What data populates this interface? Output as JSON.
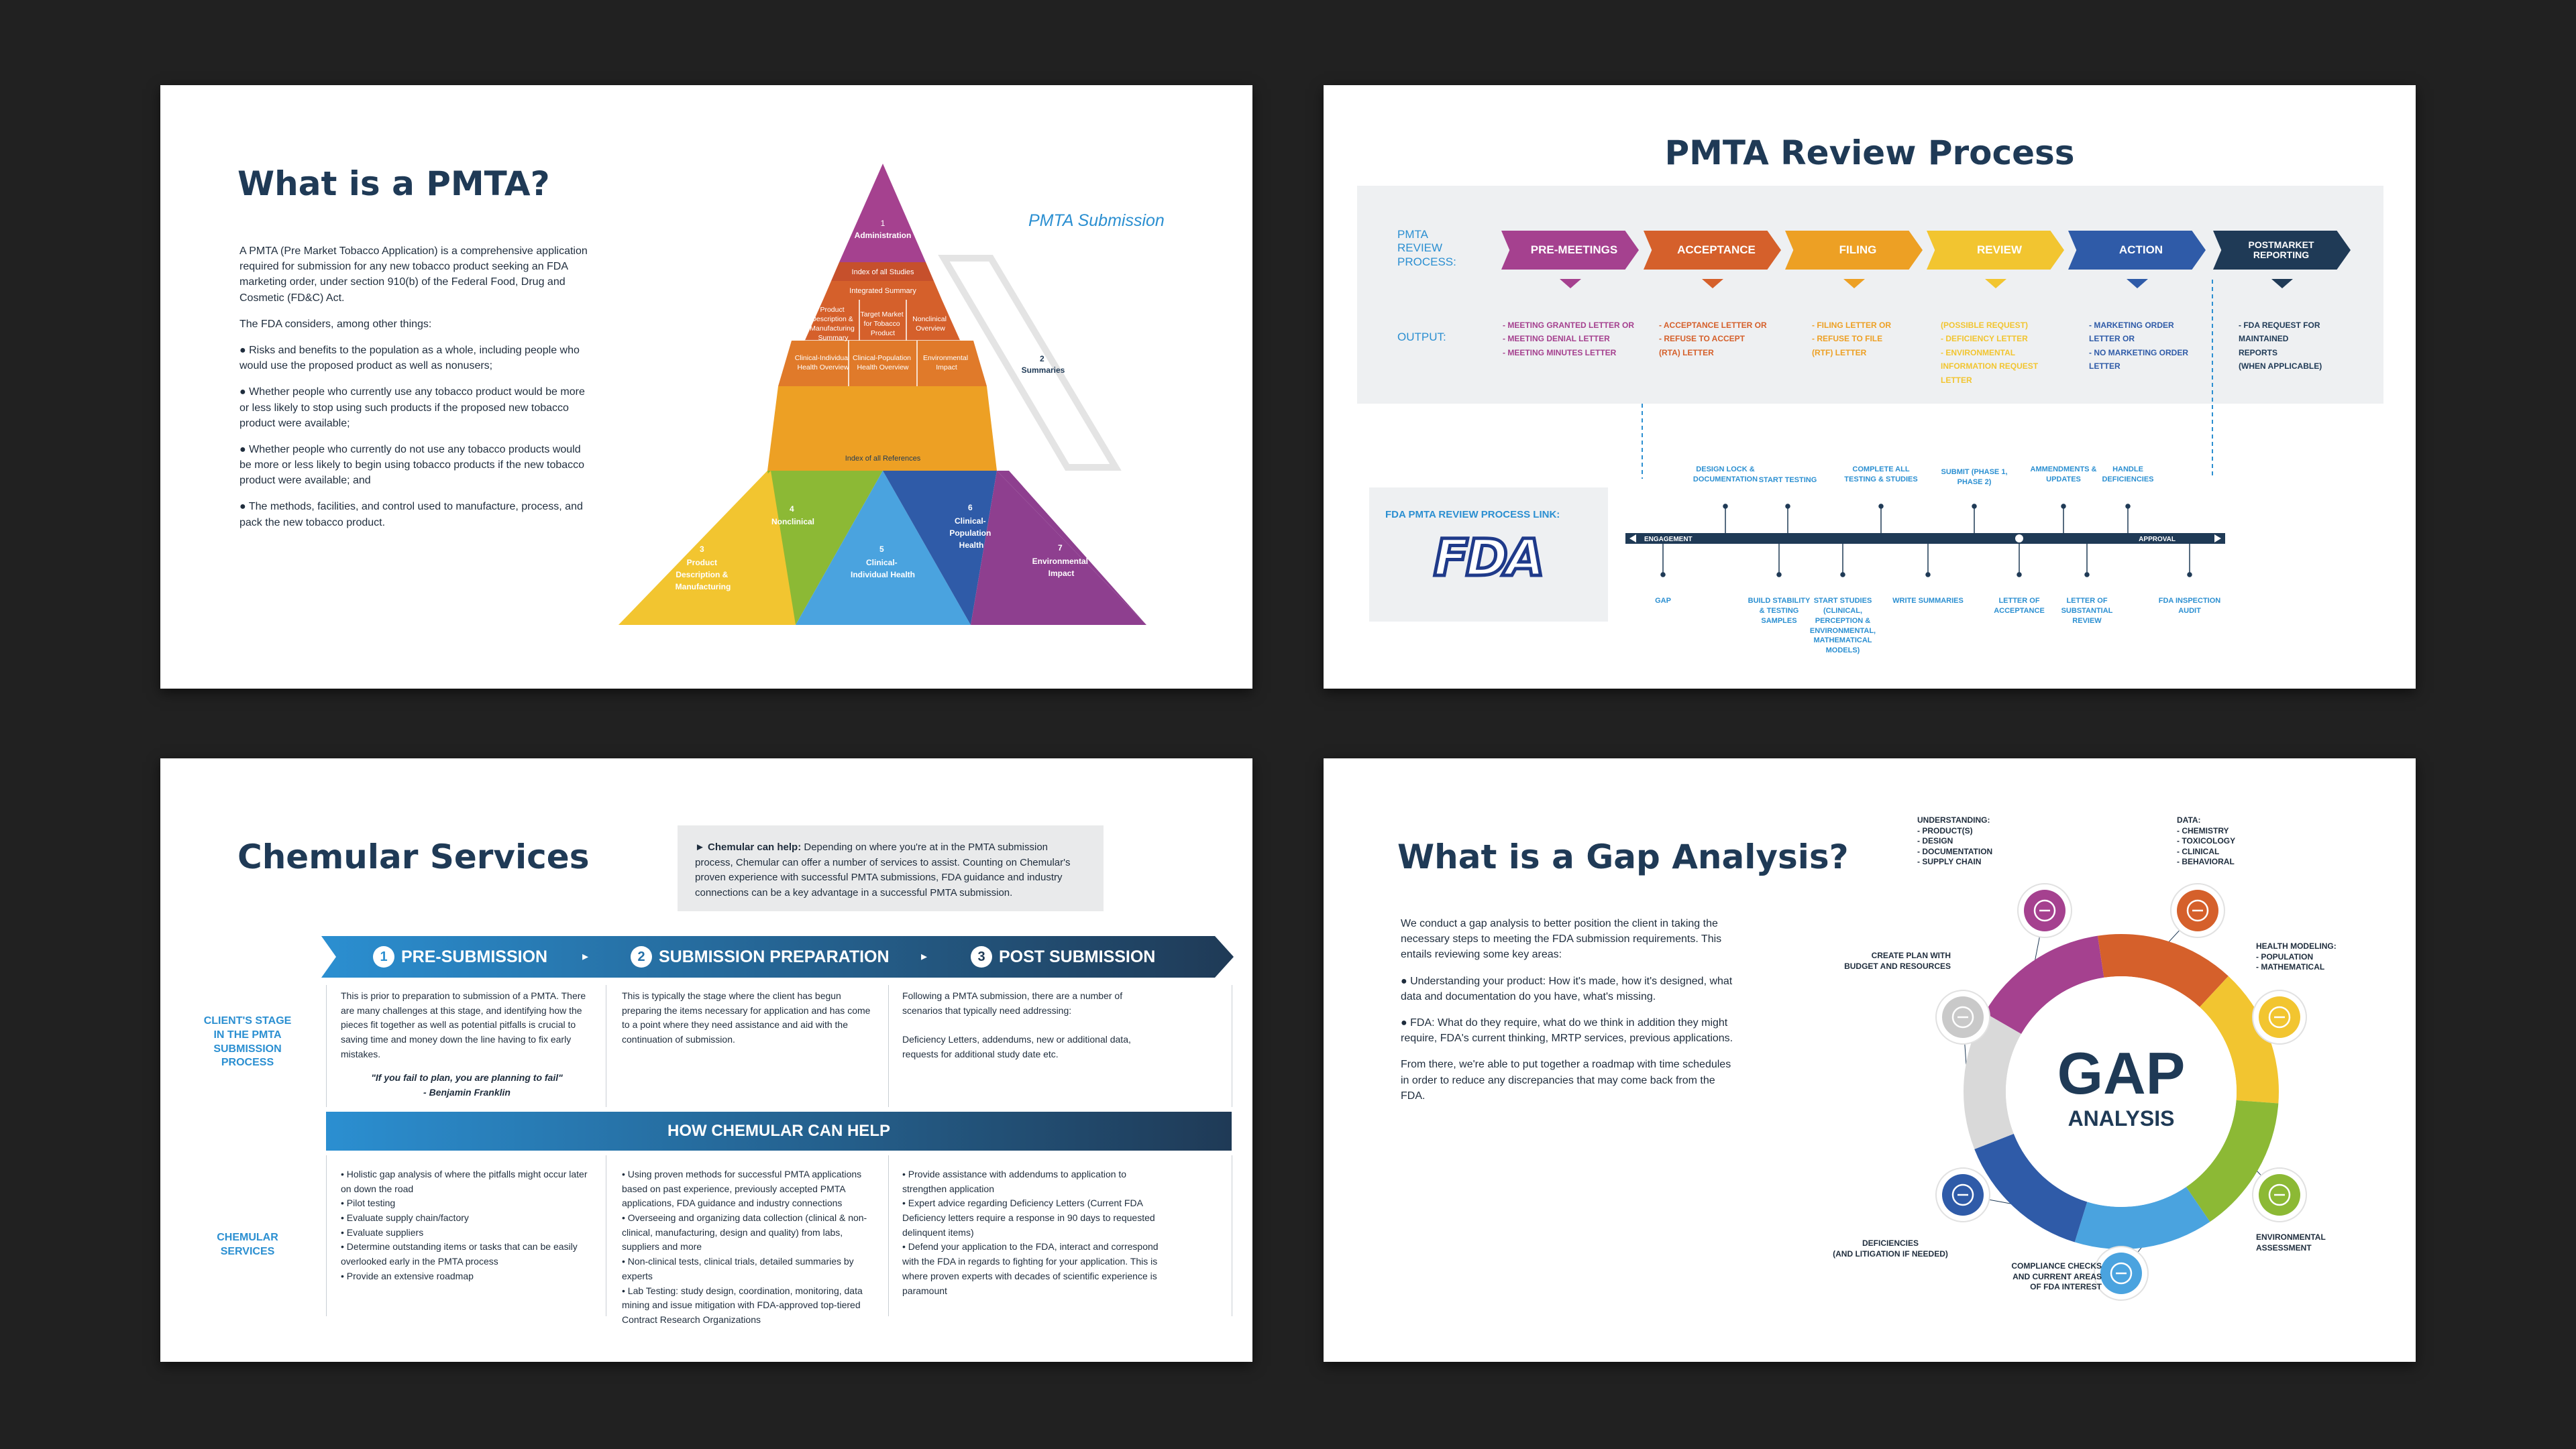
{
  "slide1": {
    "title": "What is a PMTA?",
    "intro": "A PMTA (Pre Market Tobacco Application) is a comprehensive application required for submission for any new tobacco product seeking an FDA marketing order, under section 910(b) of the Federal Food, Drug and Cosmetic (FD&C) Act.",
    "considers": "The FDA considers, among other things:",
    "bullets": [
      "● Risks and benefits to the population as a whole, including people who would use the proposed product as well as nonusers;",
      "● Whether people who currently use any tobacco product would be more or less likely to stop using such products if the proposed new tobacco product were available;",
      "● Whether people who currently do not use any tobacco products would be more or less likely to begin using tobacco products if the new tobacco product were available; and",
      "● The methods, facilities, and control used to manufacture, process, and pack the new tobacco product."
    ],
    "submission_label": "PMTA Submission",
    "pyramid": {
      "admin_num": "1",
      "admin": "Administration",
      "index_studies": "Index of all Studies",
      "integrated": "Integrated Summary",
      "product_desc_summary": [
        "Product",
        "Description &",
        "Manufacturing",
        "Summary"
      ],
      "target_market": [
        "Target Market",
        "for Tobacco",
        "Product"
      ],
      "nonclinical_overview": [
        "Nonclinical",
        "Overview"
      ],
      "clinical_individual": [
        "Clinical-Individual",
        "Health Overview"
      ],
      "clinical_population": [
        "Clinical-Population",
        "Health Overview"
      ],
      "environmental": [
        "Environmental",
        "Impact"
      ],
      "index_refs": "Index of all References",
      "summaries_num": "2",
      "summaries": "Summaries",
      "m3": [
        "3",
        "Product",
        "Description &",
        "Manufacturing"
      ],
      "m4": [
        "4",
        "Nonclinical"
      ],
      "m5": [
        "5",
        "Clinical-",
        "Individual Health"
      ],
      "m6": [
        "6",
        "Clinical-",
        "Population",
        "Health"
      ],
      "m7": [
        "7",
        "Environmental",
        "Impact"
      ]
    }
  },
  "slide2": {
    "title": "PMTA Review Process",
    "process_label": [
      "PMTA",
      "REVIEW",
      "PROCESS:"
    ],
    "output_label": "OUTPUT:",
    "stages": [
      {
        "label": "PRE-MEETINGS",
        "color": "#a5418f"
      },
      {
        "label": "ACCEPTANCE",
        "color": "#d5602b"
      },
      {
        "label": "FILING",
        "color": "#eda024"
      },
      {
        "label": "REVIEW",
        "color": "#f2c530"
      },
      {
        "label": "ACTION",
        "color": "#2f5ba8"
      },
      {
        "label": "POSTMARKET REPORTING",
        "color": "#1f3a56"
      }
    ],
    "outputs": [
      [
        "- MEETING GRANTED LETTER OR",
        "- MEETING DENIAL LETTER",
        "- MEETING MINUTES LETTER"
      ],
      [
        "- ACCEPTANCE LETTER OR",
        "- REFUSE TO ACCEPT",
        "(RTA) LETTER"
      ],
      [
        "- FILING LETTER OR",
        "- REFUSE TO FILE",
        "(RTF) LETTER"
      ],
      [
        "(POSSIBLE REQUEST)",
        "- DEFICIENCY LETTER",
        "- ENVIRONMENTAL",
        "INFORMATION REQUEST",
        "LETTER"
      ],
      [
        "- MARKETING ORDER",
        "LETTER OR",
        "- NO MARKETING ORDER",
        "LETTER"
      ],
      [
        "- FDA REQUEST FOR",
        "MAINTAINED",
        "REPORTS",
        "(WHEN APPLICABLE)"
      ]
    ],
    "fda_link_label": "FDA PMTA REVIEW PROCESS LINK:",
    "fda_logo": "FDA",
    "timeline_start": "ENGAGEMENT",
    "timeline_end": "APPROVAL",
    "top_events": [
      "DESIGN LOCK & DOCUMENTATION",
      "START TESTING",
      "COMPLETE ALL TESTING & STUDIES",
      "SUBMIT (PHASE 1, PHASE 2)",
      "AMMENDMENTS & UPDATES",
      "HANDLE DEFICIENCIES"
    ],
    "bottom_events": [
      "GAP",
      "BUILD STABILITY & TESTING SAMPLES",
      "START STUDIES (CLINICAL, PERCEPTION & ENVIRONMENTAL, MATHEMATICAL MODELS)",
      "WRITE SUMMARIES",
      "LETTER OF ACCEPTANCE",
      "LETTER OF SUBSTANTIAL REVIEW",
      "FDA INSPECTION AUDIT"
    ]
  },
  "slide3": {
    "title": "Chemular Services",
    "help_lead": "► Chemular can help:",
    "help_text": " Depending on where you're at in the PMTA submission process, Chemular can offer a number of services to assist. Counting on Chemular's proven experience with successful PMTA submissions, FDA guidance and industry connections can be a key advantage in a successful PMTA submission.",
    "phases": [
      {
        "num": "1",
        "label": "PRE-SUBMISSION"
      },
      {
        "num": "2",
        "label": "SUBMISSION PREPARATION"
      },
      {
        "num": "3",
        "label": "POST SUBMISSION"
      }
    ],
    "arrow": "▸",
    "stage_label": [
      "CLIENT'S STAGE",
      "IN THE PMTA",
      "SUBMISSION",
      "PROCESS"
    ],
    "services_label": [
      "CHEMULAR",
      "SERVICES"
    ],
    "how_label": "HOW CHEMULAR CAN HELP",
    "stage_cells": [
      "This is prior to preparation to submission of a PMTA. There are many challenges at this stage, and identifying how the pieces fit together as well as potential pitfalls is crucial to saving time and money down the line having to fix early mistakes.",
      "This is typically the stage where the client has begun preparing the items necessary for application and has come to a point where they need assistance and aid with the continuation of submission.",
      "Following a PMTA submission, there are a number of scenarios that typically need addressing:"
    ],
    "quote": "\"If you fail to plan, you are planning to fail\"",
    "quote_author": "- Benjamin Franklin",
    "post_extra": "Deficiency Letters, addendums, new or additional data, requests for additional study date etc.",
    "service_cells": [
      [
        "• Holistic gap analysis of where the pitfalls might occur later on down the road",
        "• Pilot testing",
        "• Evaluate supply chain/factory",
        "• Evaluate suppliers",
        "• Determine outstanding items or tasks that can be easily overlooked early in the PMTA process",
        "• Provide an extensive roadmap"
      ],
      [
        "• Using proven methods for successful PMTA applications based on past experience, previously accepted PMTA applications, FDA guidance and industry connections",
        "• Overseeing and organizing data collection (clinical & non-clinical, manufacturing, design and quality) from labs, suppliers and more",
        "• Non-clinical tests, clinical trials, detailed summaries by experts",
        "• Lab Testing: study design, coordination, monitoring, data mining and issue mitigation with FDA-approved top-tiered Contract Research Organizations"
      ],
      [
        "• Provide assistance with addendums to application to strengthen application",
        "• Expert advice regarding Deficiency Letters (Current FDA Deficiency letters require a response in 90 days to requested delinquent items)",
        "• Defend your application to the FDA, interact and correspond with the FDA in regards to fighting for your application. This is where proven experts with decades of scientific experience is paramount"
      ]
    ]
  },
  "slide4": {
    "title": "What is a Gap Analysis?",
    "paragraphs": [
      "We conduct a gap analysis to better position the client in taking the necessary steps to meeting the FDA submission requirements. This entails reviewing some key areas:",
      "● Understanding your product: How it's made, how it's designed, what data and documentation do you have, what's missing.",
      "● FDA: What do they require, what do we think in addition they might require, FDA's current thinking, MRTP services, previous applications.",
      "From there, we're able to put together a roadmap with time schedules in order to reduce any discrepancies that may come back from the FDA."
    ],
    "center_big": "GAP",
    "center_small": "ANALYSIS",
    "ring_colors": [
      "#a5418f",
      "#d5602b",
      "#f2c530",
      "#8cb935",
      "#4aa3df",
      "#2f5ba8",
      "#d9d9d9"
    ],
    "nodes": [
      {
        "label": [
          "UNDERSTANDING:",
          "- PRODUCT(S)",
          "- DESIGN",
          "- DOCUMENTATION",
          "- SUPPLY CHAIN"
        ],
        "icon": "magnifier-icon",
        "color": "#a5418f"
      },
      {
        "label": [
          "DATA:",
          "- CHEMISTRY",
          "- TOXICOLOGY",
          "- CLINICAL",
          "- BEHAVIORAL"
        ],
        "icon": "chart-icon",
        "color": "#d5602b"
      },
      {
        "label": [
          "HEALTH MODELING:",
          "- POPULATION",
          "- MATHEMATICAL"
        ],
        "icon": "people-icon",
        "color": "#f2c530"
      },
      {
        "label": [
          "ENVIRONMENTAL",
          "ASSESSMENT"
        ],
        "icon": "leaf-icon",
        "color": "#8cb935"
      },
      {
        "label": [
          "COMPLIANCE CHECKS",
          "AND CURRENT AREAS",
          "OF FDA INTEREST"
        ],
        "icon": "checklist-icon",
        "color": "#4aa3df"
      },
      {
        "label": [
          "DEFICIENCIES",
          "(AND LITIGATION IF NEEDED)"
        ],
        "icon": "documents-icon",
        "color": "#2f5ba8"
      },
      {
        "label": [
          "CREATE PLAN WITH",
          "BUDGET AND RESOURCES"
        ],
        "icon": "plan-icon",
        "color": "#c9c9c9"
      }
    ]
  }
}
